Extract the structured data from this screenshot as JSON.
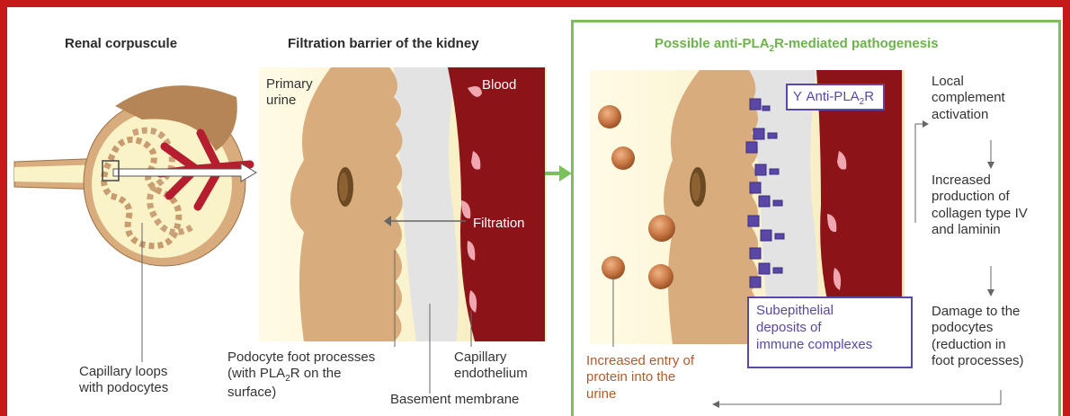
{
  "panels": {
    "left": {
      "title": "Renal corpuscule",
      "capillary_label_1": "Capillary loops",
      "capillary_label_2": "with podocytes"
    },
    "middle": {
      "title": "Filtration barrier of the kidney",
      "primary_urine_1": "Primary",
      "primary_urine_2": "urine",
      "blood": "Blood",
      "filtration": "Filtration",
      "podocyte_1": "Podocyte foot processes",
      "podocyte_2_pre": "(with PLA",
      "podocyte_2_sub": "2",
      "podocyte_2_post": "R on the",
      "podocyte_3": "surface)",
      "capillary_endo_1": "Capillary",
      "capillary_endo_2": "endothelium",
      "basement": "Basement membrane"
    },
    "right": {
      "title_pre": "Possible anti-PLA",
      "title_sub": "2",
      "title_post": "R-mediated pathogenesis",
      "anti_pre": "Anti-PLA",
      "anti_sub": "2",
      "anti_post": "R",
      "sub_deposits_1": "Subepithelial",
      "sub_deposits_2": "deposits of",
      "sub_deposits_3": "immune complexes",
      "protein_1": "Increased entry of",
      "protein_2": "protein into the",
      "protein_3": "urine",
      "step1_1": "Local",
      "step1_2": "complement",
      "step1_3": "activation",
      "step2_1": "Increased",
      "step2_2": "production of",
      "step2_3": "collagen type IV",
      "step2_4": "and laminin",
      "step3_1": "Damage to the",
      "step3_2": "podocytes",
      "step3_3": "(reduction in",
      "step3_4": "foot processes)"
    }
  },
  "colors": {
    "frame": "#c41a1a",
    "green": "#79c15c",
    "podocyte": "#d8ac7c",
    "urine": "#fbf3c8",
    "blood": "#8c1418",
    "membrane": "#e3e3e3",
    "immune": "#5a47a6",
    "protein": "#c97a46"
  }
}
